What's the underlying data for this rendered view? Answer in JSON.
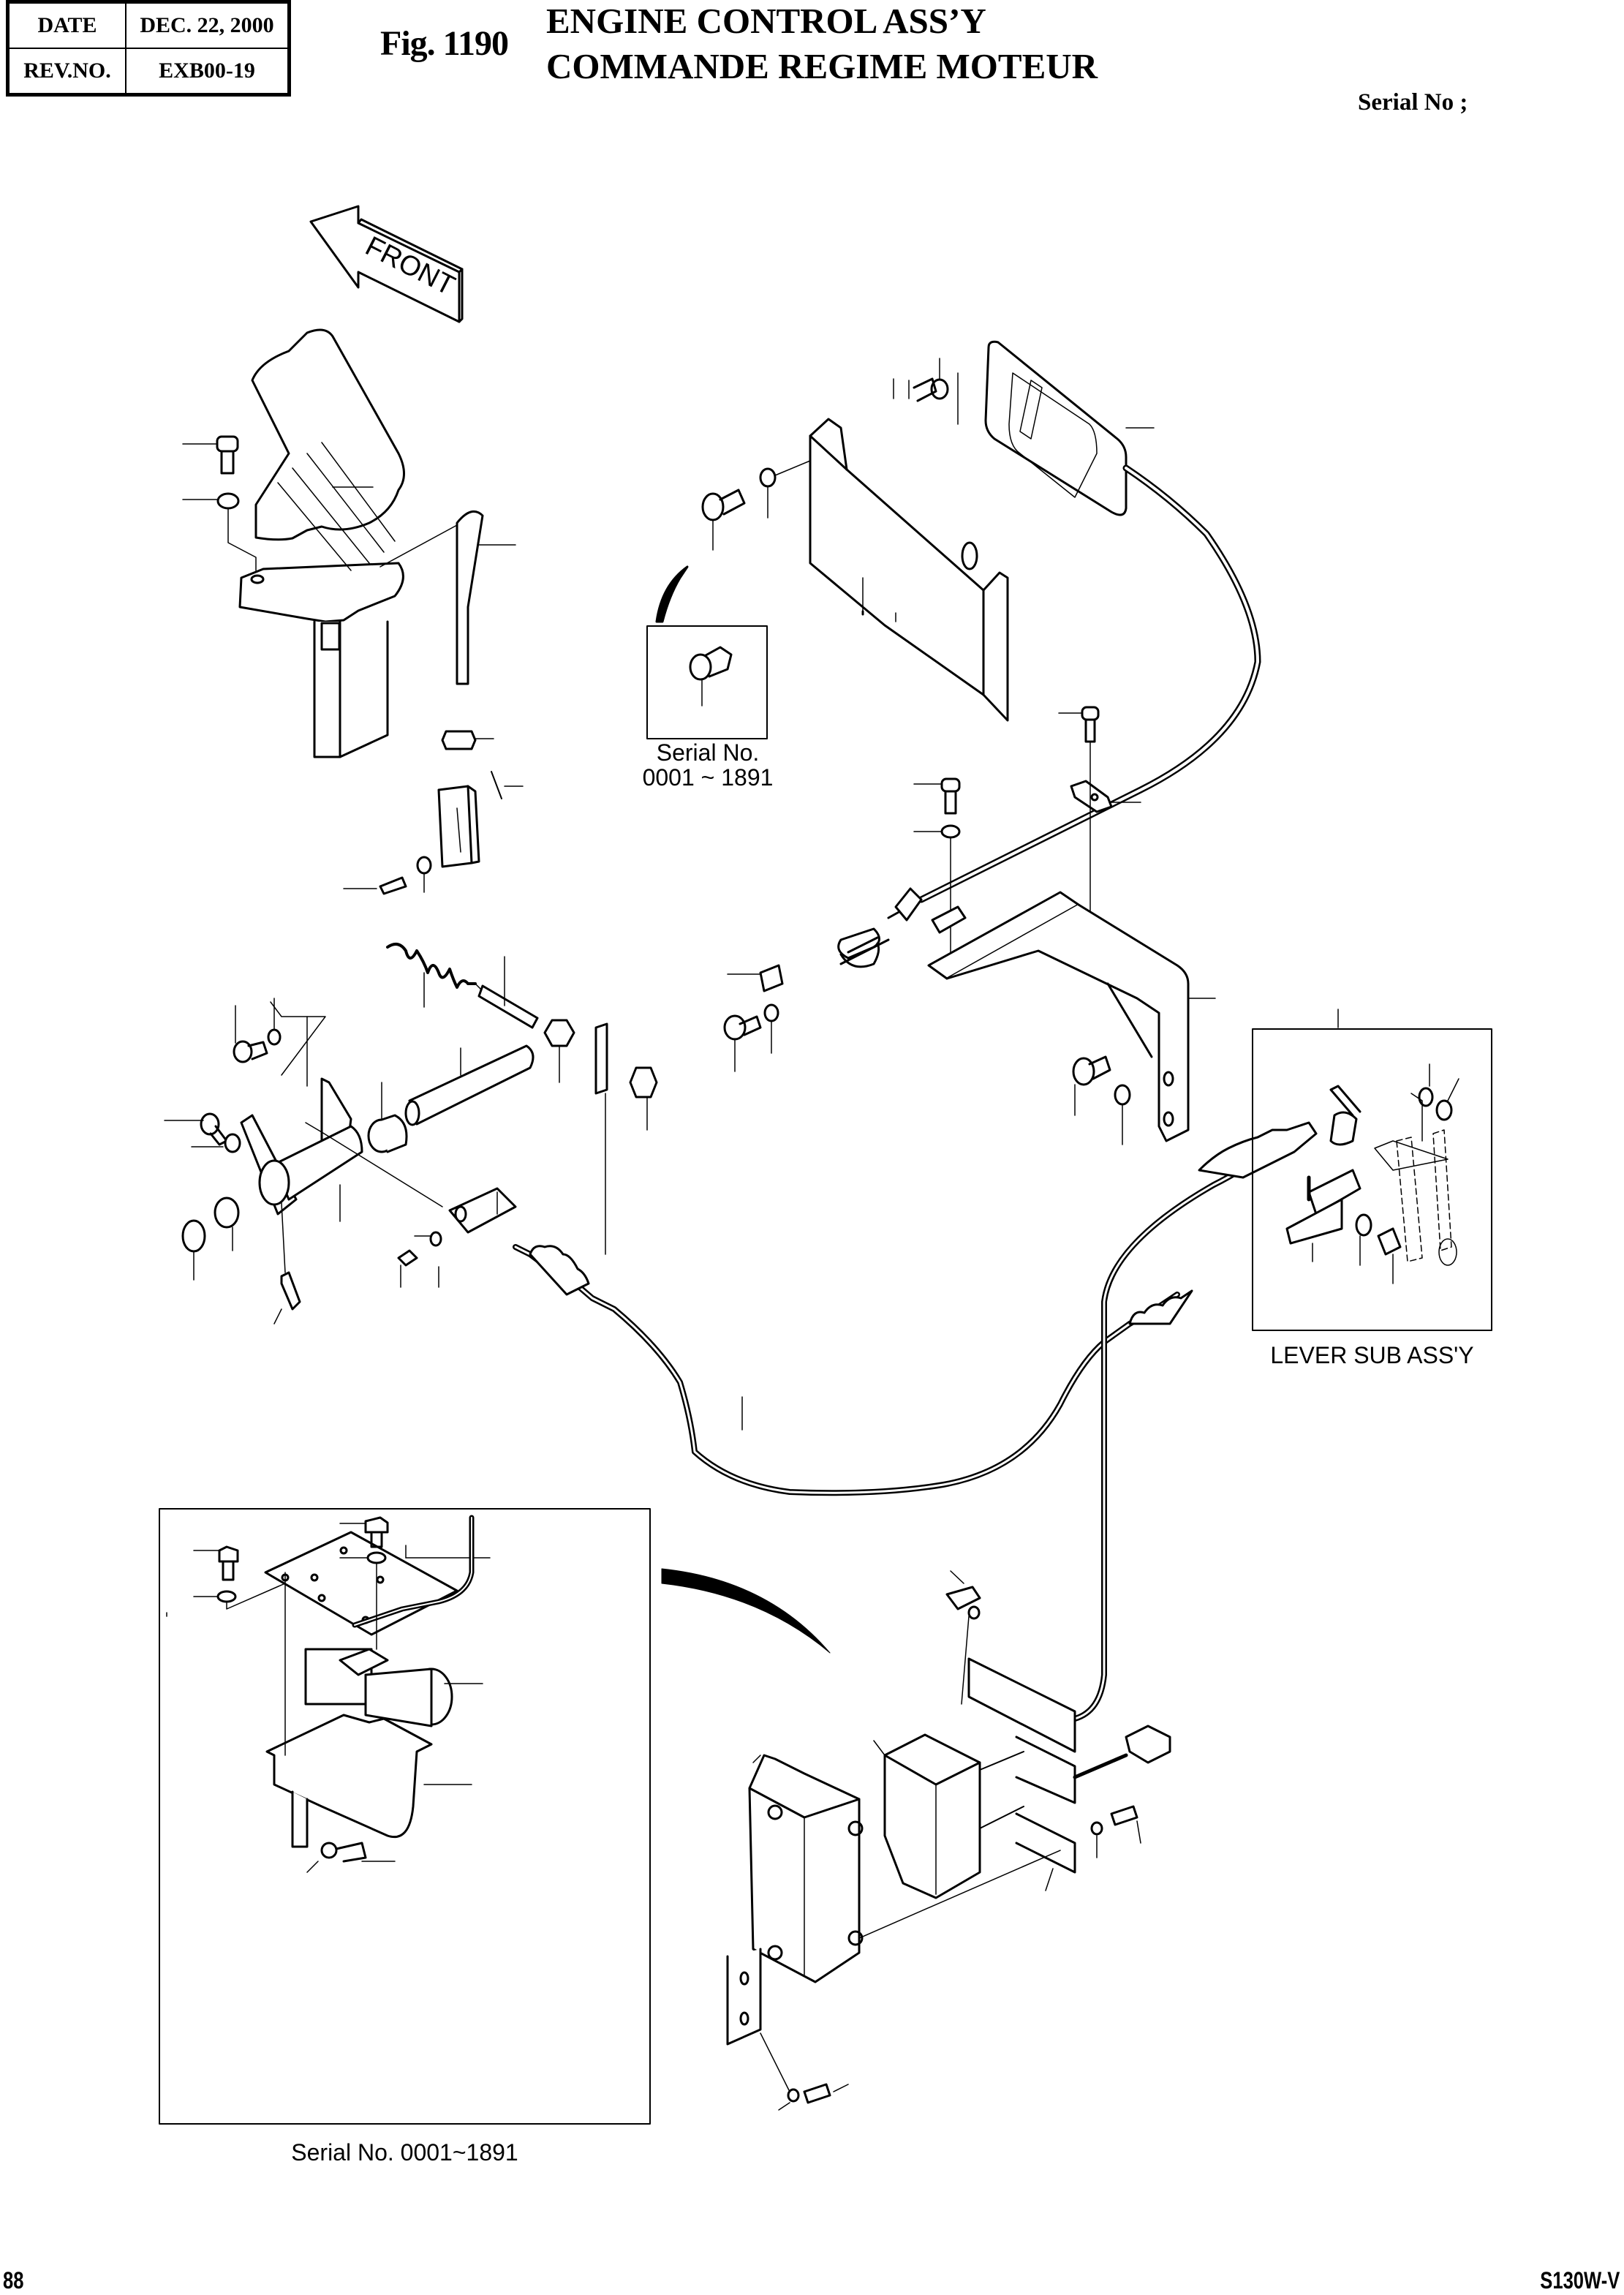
{
  "header": {
    "date_label": "DATE",
    "date_value": "DEC. 22, 2000",
    "rev_label": "REV.NO.",
    "rev_value": "EXB00-19"
  },
  "figure": {
    "number": "Fig. 1190",
    "title_en": "ENGINE CONTROL ASS’Y",
    "title_fr": "COMMANDE REGIME MOTEUR",
    "serial_label": "Serial No ;"
  },
  "diagram": {
    "front_arrow_label": "FRONT",
    "insets": [
      {
        "id": "bolt-inset",
        "caption_line1": "Serial No.",
        "caption_line2": "0001 ~ 1891"
      },
      {
        "id": "lever-sub-assy",
        "caption": "LEVER SUB ASS'Y"
      },
      {
        "id": "actuator-inset",
        "caption": "Serial No. 0001~1891"
      }
    ],
    "components": [
      "accelerator-pedal",
      "pedal-rod",
      "lock-nut",
      "clevis",
      "cotter-pin",
      "mounting-bracket-cover",
      "cable-plate",
      "cable-clamp",
      "support-bracket",
      "cable-end-clevis",
      "return-spring",
      "adjust-bolt",
      "lever-shaft",
      "bushing",
      "shaft-pipe",
      "link-plate",
      "grease-nipple",
      "control-cable",
      "actuator-motor",
      "actuator-plate",
      "actuator-cover",
      "controller-box",
      "mount-bracket",
      "connector"
    ]
  },
  "footer": {
    "page_number": "88",
    "model": "S130W-V"
  }
}
